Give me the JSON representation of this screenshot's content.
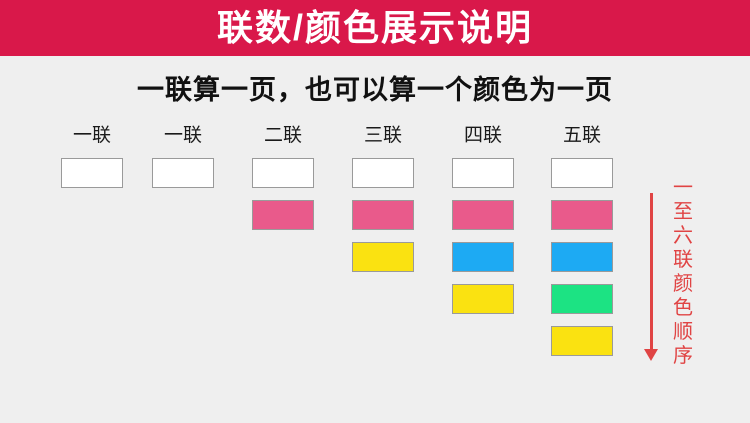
{
  "header": {
    "title": "联数/颜色展示说明"
  },
  "subtitle": "一联算一页，也可以算一个颜色为一页",
  "columns": [
    {
      "label": "一联",
      "boxes": [
        "white"
      ]
    },
    {
      "label": "一联",
      "boxes": [
        "white"
      ]
    },
    {
      "label": "二联",
      "boxes": [
        "white",
        "pink"
      ]
    },
    {
      "label": "三联",
      "boxes": [
        "white",
        "pink",
        "yellow"
      ]
    },
    {
      "label": "四联",
      "boxes": [
        "white",
        "pink",
        "blue",
        "yellow"
      ]
    },
    {
      "label": "五联",
      "boxes": [
        "white",
        "pink",
        "blue",
        "green",
        "yellow"
      ]
    }
  ],
  "annotation": {
    "text": "一至六联颜色顺序"
  },
  "colors": {
    "header_bg": "#d9184a",
    "page_bg": "#efefef",
    "box_border": "#9a9a9a",
    "annotation_red": "#e04444",
    "white": "#ffffff",
    "pink": "#e95a8b",
    "blue": "#1daaf3",
    "green": "#1ce383",
    "yellow": "#fae211"
  }
}
